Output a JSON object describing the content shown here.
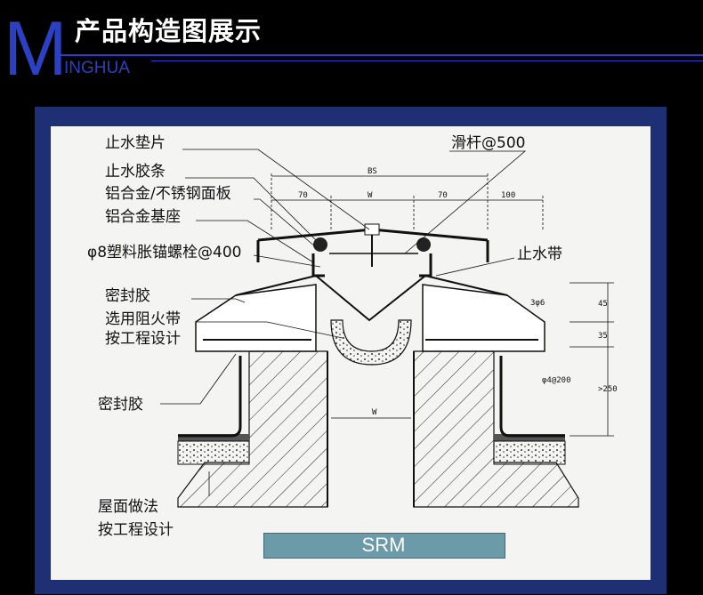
{
  "header": {
    "title": "产品构造图展示",
    "logo_letter": "M",
    "logo_rest": "INGHUA"
  },
  "diagram": {
    "labels": {
      "water_gasket": "止水垫片",
      "water_strip": "止水胶条",
      "panel": "铝合金/不锈钢面板",
      "base": "铝合金基座",
      "bolt": "φ8塑料胀锚螺栓@400",
      "sealant_top": "密封胶",
      "fire_strip_1": "选用阻火带",
      "fire_strip_2": "按工程设计",
      "sealant_bottom": "密封胶",
      "roof_1": "屋面做法",
      "roof_2": "按工程设计",
      "slide_rod": "滑杆@500",
      "water_belt": "止水带"
    },
    "dimensions": {
      "bs": "BS",
      "w_top": "W",
      "d70_left": "70",
      "d70_right": "70",
      "d100": "100",
      "d45": "45",
      "d35": "35",
      "d250": ">250",
      "rebar": "3φ6",
      "anchor": "φ4@200",
      "w_bottom": "W"
    },
    "model": "SRM"
  },
  "colors": {
    "background": "#000000",
    "brand_blue": "#2c40c4",
    "frame": "#1f2f73",
    "paper": "#f4f4f2",
    "model_bar": "#6b9aa8"
  }
}
